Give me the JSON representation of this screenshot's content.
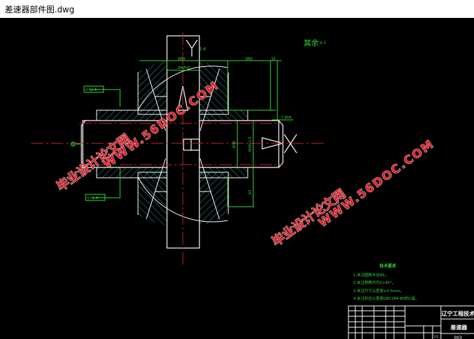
{
  "window": {
    "title": "差速器部件图.dwg"
  },
  "drawing": {
    "roughness_note": "其余",
    "roughness_value": "6.3",
    "surface_mark": "1.6",
    "dims": {
      "top_left": "Ø54",
      "top_mid": "Ø92",
      "top_right": "10",
      "bore": "Ø40H7",
      "right_small": "7.6h6",
      "shaft_dia": "Ø38",
      "thread": "M30x1.5",
      "height": "63",
      "tol_top": "0.02 A",
      "tol_bottom": "0.01 A",
      "datum": "A"
    },
    "tech_req": {
      "heading": "技术要求",
      "items": [
        "1.未注圆角半径R5。",
        "2.未注倒角均为2×45°。",
        "3.未注尺寸公差按±0.5mm。",
        "4.未注形位公差按GB1184-80的C级。"
      ]
    },
    "title_block": {
      "school": "辽宁工程技术大学",
      "part_name": "差速器",
      "code": "003",
      "scale": "1:1"
    }
  },
  "watermark": {
    "cn": "毕业设计论文网",
    "url": "WWW.56DOC.COM"
  }
}
